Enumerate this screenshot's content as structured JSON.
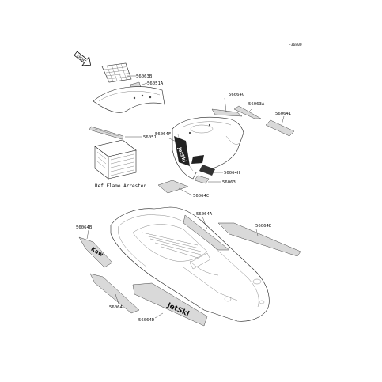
{
  "figure_id": "F36800",
  "front_indicator": "FRONT",
  "labels": {
    "p56063B": "56063B",
    "p56051A": "56051A",
    "p56051": "56051",
    "ref_flame": "Ref.Flame Arrester",
    "p56064G": "56064G",
    "p56063A": "56063A",
    "p56064I": "56064I",
    "p56064F": "56064F",
    "p56064H": "56064H",
    "p56063": "56063",
    "p56064C": "56064C",
    "p56064A": "56064A",
    "p56064E": "56064E",
    "p56064B": "56064B",
    "p56064": "56064",
    "p56064D": "56064D"
  }
}
